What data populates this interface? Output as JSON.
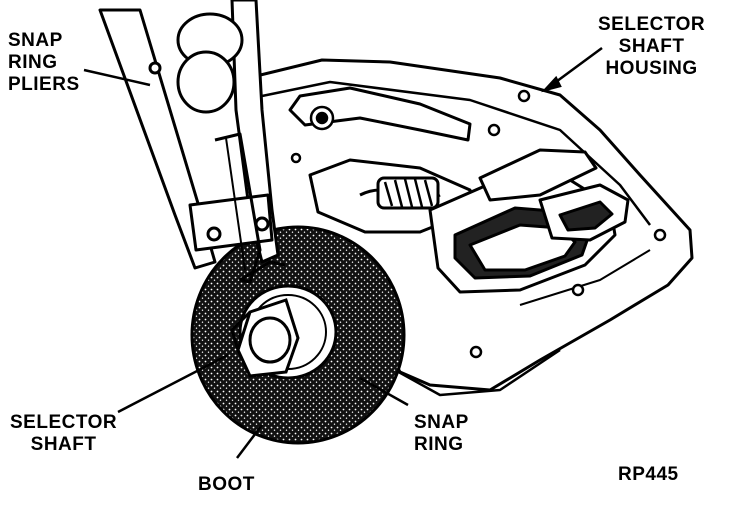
{
  "labels": {
    "snap_ring_pliers": [
      "SNAP",
      "RING",
      "PLIERS"
    ],
    "selector_shaft_housing": [
      "SELECTOR",
      "SHAFT",
      "HOUSING"
    ],
    "selector_shaft": [
      "SELECTOR",
      "SHAFT"
    ],
    "boot": "BOOT",
    "snap_ring": [
      "SNAP",
      "RING"
    ],
    "figure_id": "RP445"
  }
}
